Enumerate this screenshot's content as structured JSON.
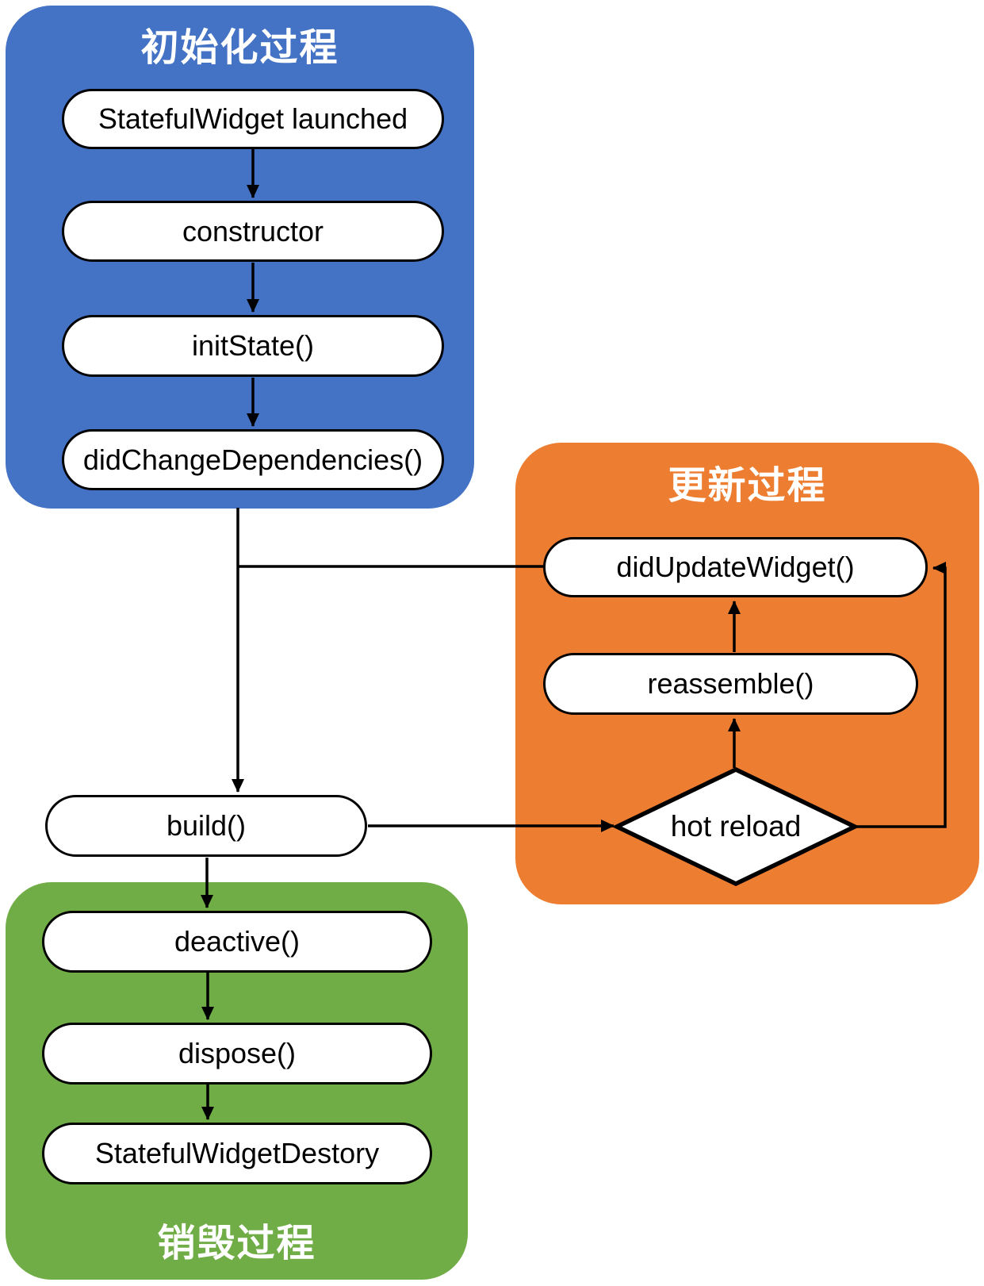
{
  "diagram": {
    "description": "StatefulWidget lifecycle flowchart",
    "groups": {
      "init": {
        "title": "初始化过程",
        "color": "#4472C4"
      },
      "update": {
        "title": "更新过程",
        "color": "#ED7D31"
      },
      "destroy": {
        "title": "销毁过程",
        "color": "#70AD47"
      }
    },
    "nodes": {
      "stateful_launched": {
        "label": "StatefulWidget launched"
      },
      "constructor": {
        "label": "constructor"
      },
      "init_state": {
        "label": "initState()"
      },
      "did_change_dependencies": {
        "label": "didChangeDependencies()"
      },
      "build": {
        "label": "build()"
      },
      "did_update_widget": {
        "label": "didUpdateWidget()"
      },
      "reassemble": {
        "label": "reassemble()"
      },
      "hot_reload": {
        "label": "hot reload"
      },
      "deactive": {
        "label": "deactive()"
      },
      "dispose": {
        "label": "dispose()"
      },
      "stateful_widget_destory": {
        "label": "StatefulWidgetDestory"
      }
    },
    "edges": [
      "stateful_launched -> constructor",
      "constructor -> initState()",
      "initState() -> didChangeDependencies()",
      "didChangeDependencies() -> build()",
      "didUpdateWidget() -> build()",
      "build() -> hot reload",
      "hot reload -> reassemble()",
      "reassemble() -> didUpdateWidget()",
      "hot reload -> didUpdateWidget()",
      "build() -> deactive()",
      "deactive() -> dispose()",
      "dispose() -> StatefulWidgetDestory"
    ],
    "colors": {
      "line": "#000000",
      "node_bg": "#ffffff",
      "node_border": "#000000"
    }
  }
}
